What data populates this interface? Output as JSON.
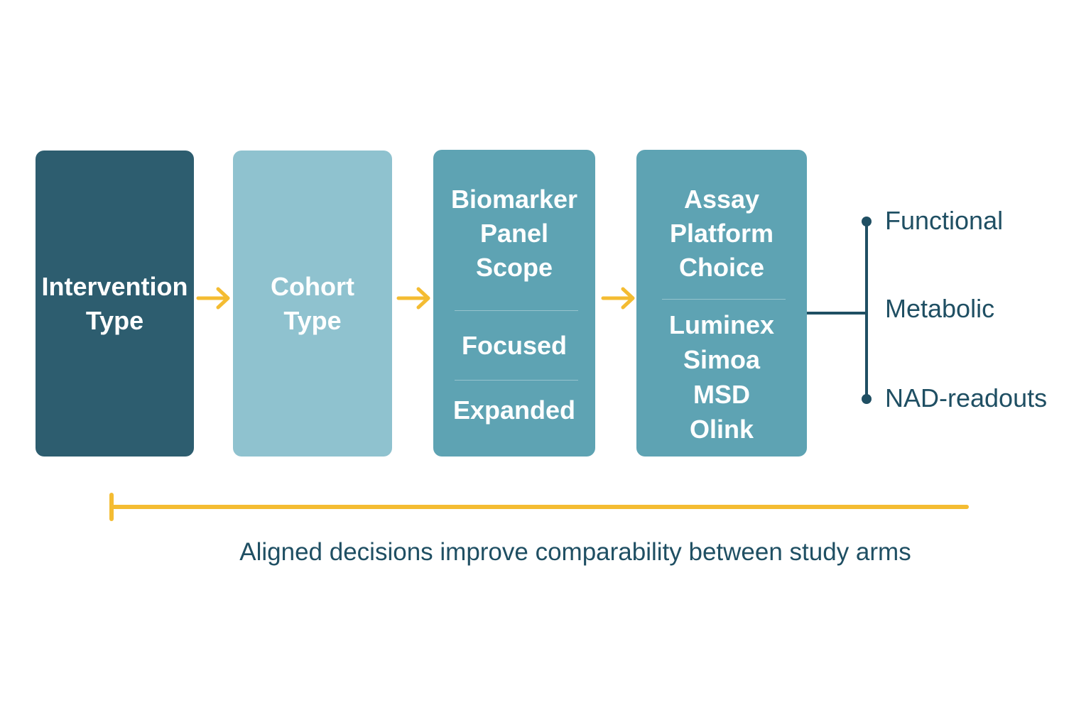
{
  "colors": {
    "intervention_box": "#2d5d6f",
    "cohort_box": "#8fc2cf",
    "biomarker_box": "#5ea3b3",
    "assay_box": "#5ea3b3",
    "arrow": "#f4bc32",
    "text_dark": "#1f4f63"
  },
  "steps": [
    {
      "title_lines": [
        "Intervention",
        "Type"
      ]
    },
    {
      "title_lines": [
        "Cohort",
        "Type"
      ]
    },
    {
      "title_lines": [
        "Biomarker",
        "Panel",
        "Scope"
      ],
      "options": [
        "Focused",
        "Expanded"
      ]
    },
    {
      "title_lines": [
        "Assay",
        "Platform",
        "Choice"
      ],
      "options": [
        "Luminex",
        "Simoa",
        "MSD",
        "Olink"
      ]
    }
  ],
  "readouts": [
    "Functional",
    "Metabolic",
    "NAD-readouts"
  ],
  "caption": "Aligned decisions improve comparability between study arms"
}
